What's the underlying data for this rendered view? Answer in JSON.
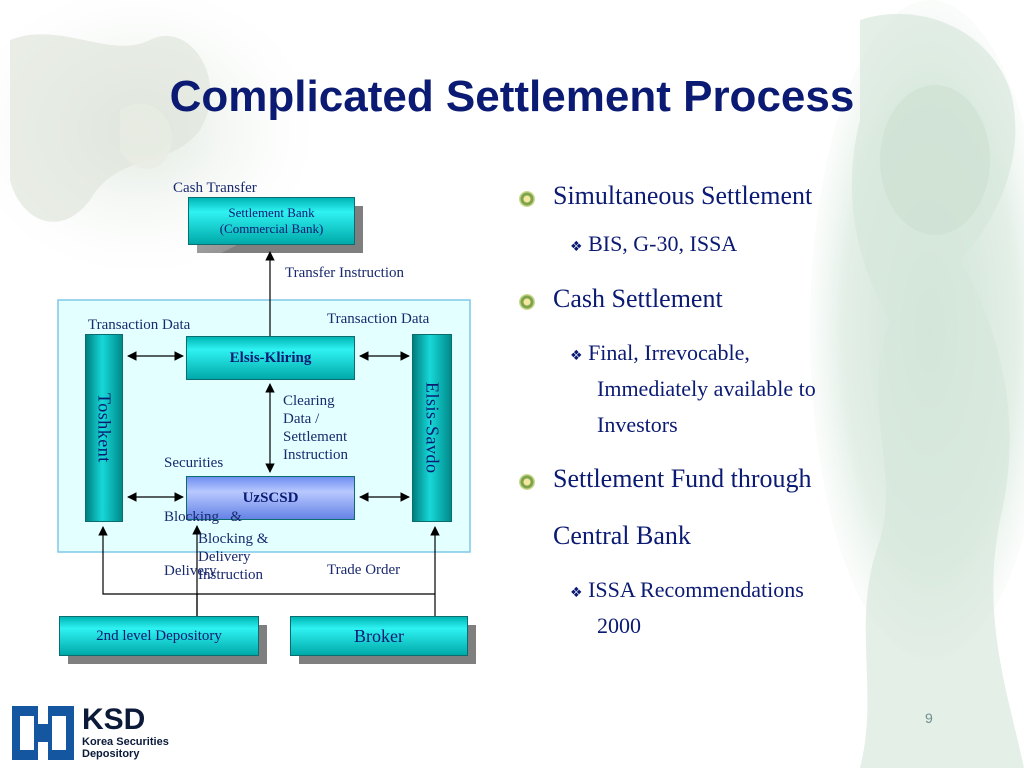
{
  "slide": {
    "title": "Complicated Settlement Process",
    "page_number": "9"
  },
  "diagram": {
    "label_cash_transfer": "Cash Transfer",
    "box_settlement_bank": [
      "Settlement Bank",
      "(Commercial Bank)"
    ],
    "label_transfer_instruction": "Transfer Instruction",
    "label_transaction_data_left": "Transaction Data",
    "label_transaction_data_right": "Transaction Data",
    "box_elsis_kliring": "Elsis-Kliring",
    "box_toshkent": "Toshkent",
    "box_elsis_savdo": "Elsis-Savdo",
    "label_clearing": [
      "Clearing",
      "Data /",
      "Settlement",
      "Instruction"
    ],
    "label_securities": [
      "Securities",
      "Blocking   &",
      "Delivery"
    ],
    "box_uzscsd": "UzSCSD",
    "label_blocking": [
      "Blocking &",
      "Delivery",
      "Instruction"
    ],
    "label_trade_order": "Trade Order",
    "box_depository": "2nd level Depository",
    "box_broker": "Broker"
  },
  "bullets": {
    "b1": "Simultaneous Settlement",
    "b1_sub": "BIS, G-30, ISSA",
    "b2": "Cash Settlement",
    "b2_sub": [
      "Final, Irrevocable,",
      "Immediately available to",
      "Investors"
    ],
    "b3": [
      "Settlement Fund through",
      "Central Bank"
    ],
    "b3_sub": [
      "ISSA Recommendations",
      "2000"
    ]
  },
  "logo": {
    "name": "KSD",
    "line1": "Korea Securities",
    "line2": "Depository"
  },
  "colors": {
    "title": "#0b1a72",
    "teal": "#00b5b5",
    "panel": "#e4ffff"
  }
}
